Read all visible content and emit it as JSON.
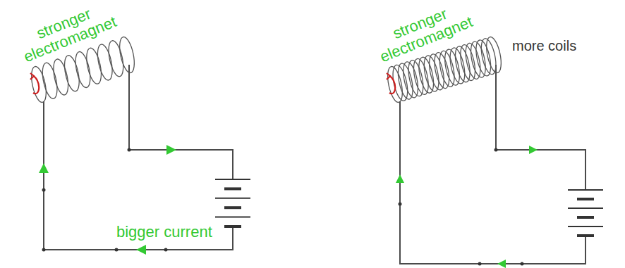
{
  "diagram": {
    "labels": [
      "stronger electromagnet",
      "bigger current",
      "stronger electromagnet",
      "more coils"
    ]
  }
}
